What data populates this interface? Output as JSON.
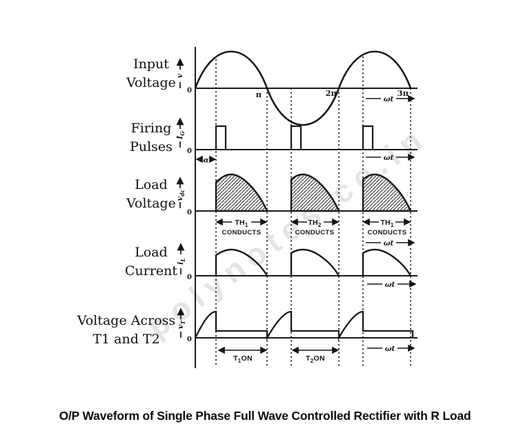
{
  "caption": "O/P Waveform of Single Phase Full Wave Controlled Rectifier with R Load",
  "watermark": "polynotes.co.in",
  "row_labels": {
    "input": [
      "Input",
      "Voltage"
    ],
    "firing": [
      "Firing",
      "Pulses"
    ],
    "load_voltage": [
      "Load",
      "Voltage"
    ],
    "load_current": [
      "Load",
      "Current"
    ],
    "thyristor": [
      "Voltage Across",
      "T1 and T2"
    ]
  },
  "axis_vars": {
    "input": {
      "base": "v",
      "sub": ""
    },
    "firing": {
      "base": "I",
      "sub": "G"
    },
    "load_voltage": {
      "base": "v",
      "sub": "dc"
    },
    "load_current": {
      "base": "i",
      "sub": "L"
    },
    "thyristor": {
      "base": "v",
      "sub": "T"
    }
  },
  "ticks": {
    "zero": "0",
    "pi": "π",
    "two_pi": "2π",
    "three_pi": "3π"
  },
  "labels": {
    "omega_t": "ωt",
    "alpha": "α"
  },
  "annotations": {
    "th1": {
      "base": "TH",
      "sub": "1",
      "word": "CONDUCTS"
    },
    "th2": {
      "base": "TH",
      "sub": "2",
      "word": "CONDUCTS"
    },
    "th3": {
      "base": "TH",
      "sub": "1",
      "word": "CONDUCTS"
    },
    "t1on": {
      "base": "T",
      "sub": "1",
      "suffix": "ON"
    },
    "t2on": {
      "base": "T",
      "sub": "2",
      "suffix": "ON"
    }
  },
  "chart_data": {
    "type": "waveform-diagram",
    "x_axis": {
      "unit": "ωt",
      "ticks": [
        "0",
        "π",
        "2π",
        "3π"
      ],
      "firing_angle": "α (≈ 52°)"
    },
    "rows": [
      {
        "name": "Input Voltage",
        "axis": "v",
        "shape": "sine wave, 1.5 cycles from 0 to 3π"
      },
      {
        "name": "Firing Pulses",
        "axis": "IG",
        "pulses_at": [
          "α",
          "π+α",
          "2π+α"
        ]
      },
      {
        "name": "Load Voltage",
        "axis": "vdc",
        "shape": "hatched sine segments over α→π, π+α→2π, 2π+α→3π"
      },
      {
        "name": "Load Current",
        "axis": "iL",
        "shape": "sine segments over α→π, π+α→2π, 2π+α→3π"
      },
      {
        "name": "Voltage Across T1 and T2",
        "axis": "vT",
        "shape": "rises with supply until firing instant, then collapses to small on-state level"
      }
    ],
    "conduction_intervals": [
      {
        "device": "TH1",
        "interval": "α to π"
      },
      {
        "device": "TH2",
        "interval": "π+α to 2π"
      },
      {
        "device": "TH1",
        "interval": "2π+α to 3π"
      }
    ],
    "thyristor_on_intervals": [
      {
        "device": "T1",
        "interval": "α to π"
      },
      {
        "device": "T2",
        "interval": "π+α to 2π"
      }
    ]
  }
}
